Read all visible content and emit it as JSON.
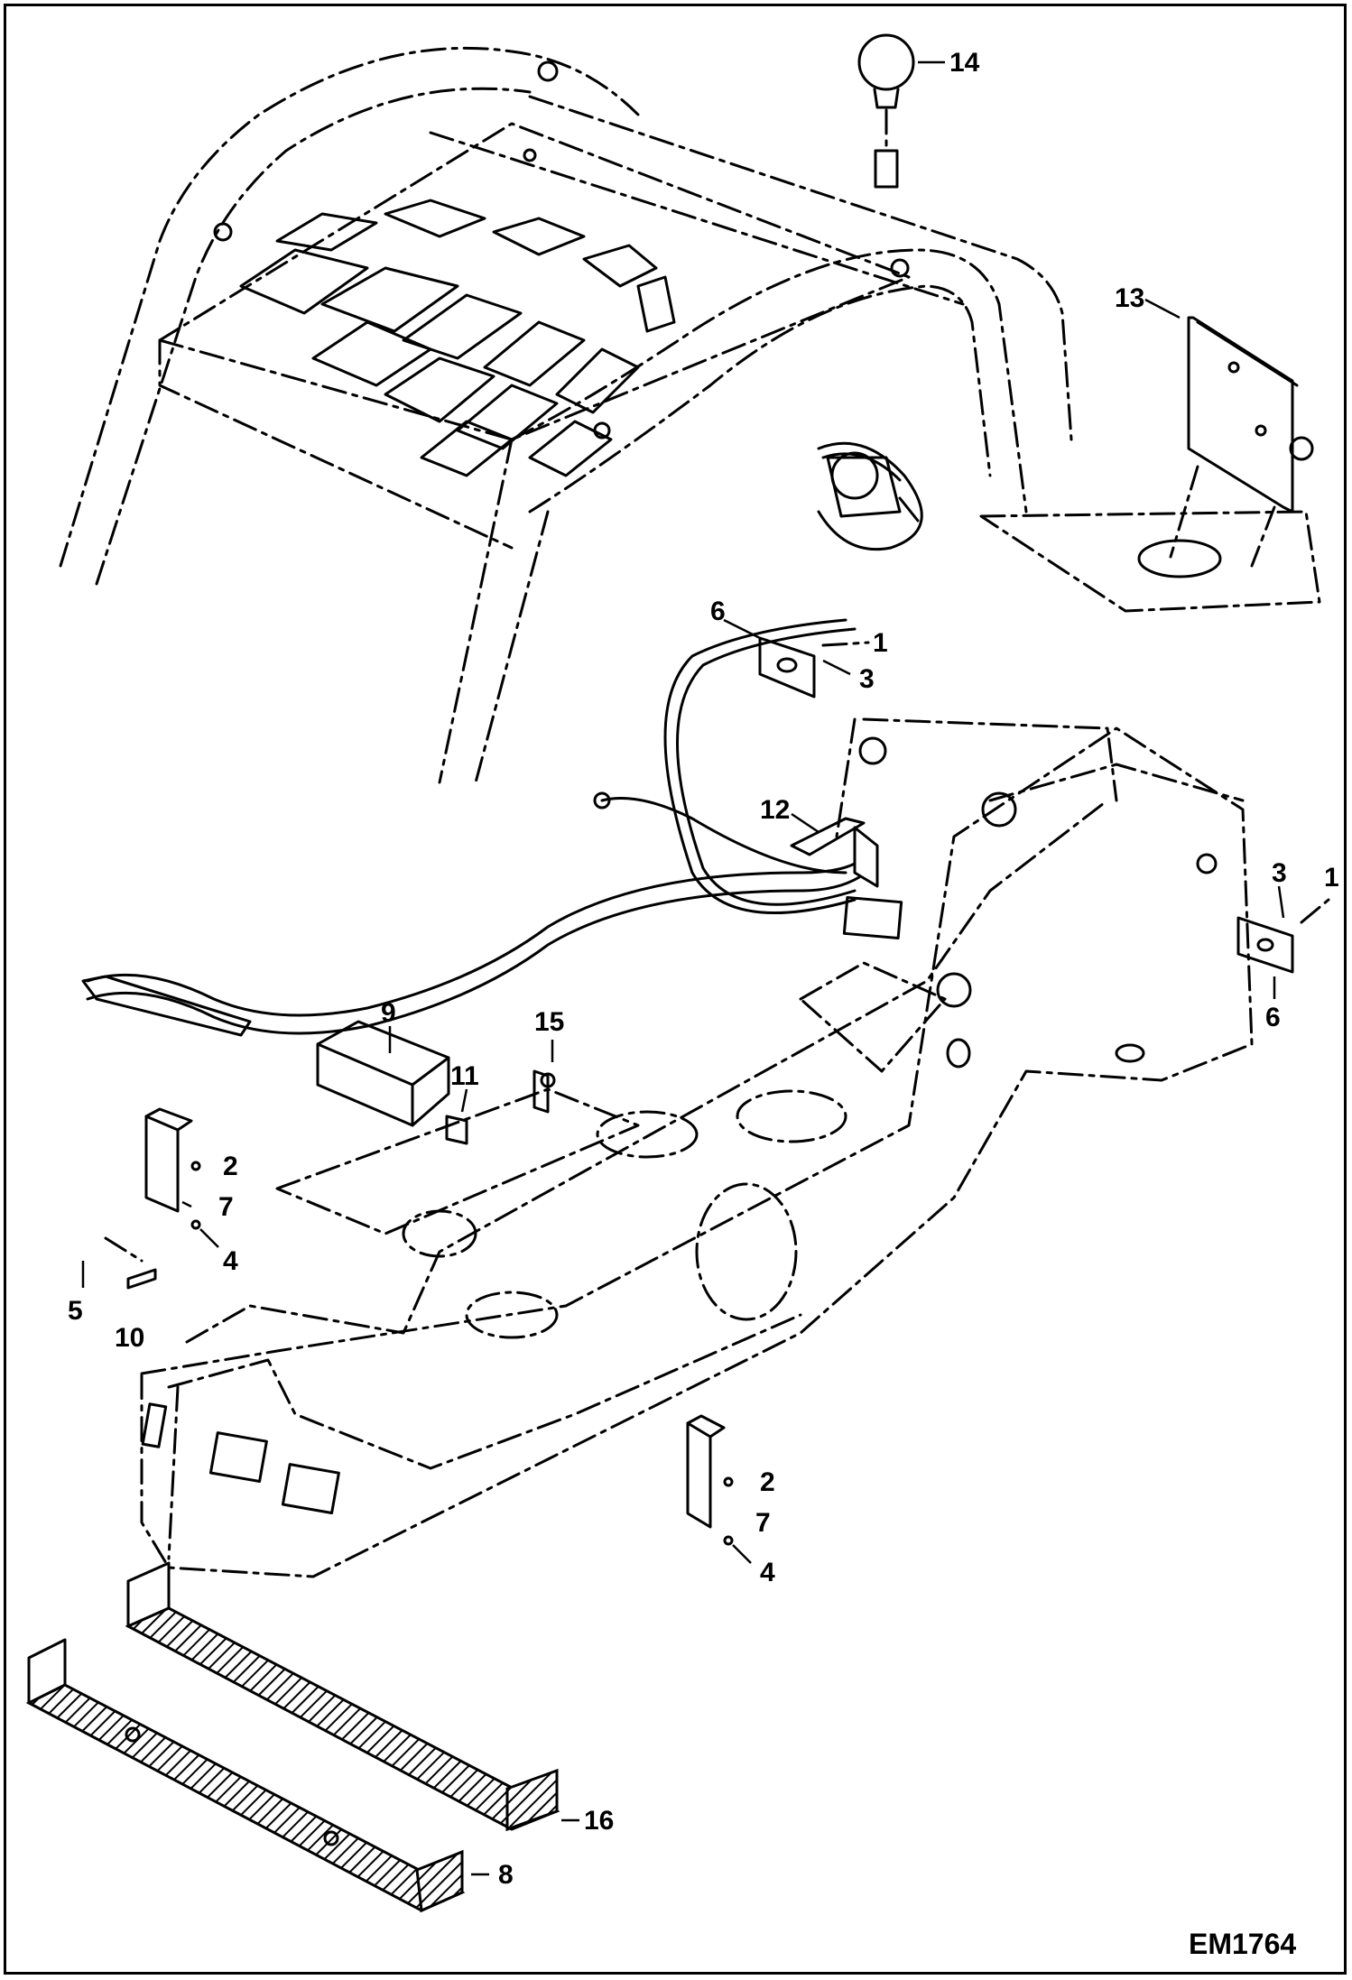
{
  "drawing_code": "EM1764",
  "callouts": [
    {
      "id": "c14",
      "text": "14"
    },
    {
      "id": "c13",
      "text": "13"
    },
    {
      "id": "c6a",
      "text": "6"
    },
    {
      "id": "c1a",
      "text": "1"
    },
    {
      "id": "c3a",
      "text": "3"
    },
    {
      "id": "c12",
      "text": "12"
    },
    {
      "id": "c3b",
      "text": "3"
    },
    {
      "id": "c1b",
      "text": "1"
    },
    {
      "id": "c6b",
      "text": "6"
    },
    {
      "id": "c9",
      "text": "9"
    },
    {
      "id": "c15",
      "text": "15"
    },
    {
      "id": "c11",
      "text": "11"
    },
    {
      "id": "c2a",
      "text": "2"
    },
    {
      "id": "c7a",
      "text": "7"
    },
    {
      "id": "c4a",
      "text": "4"
    },
    {
      "id": "c5",
      "text": "5"
    },
    {
      "id": "c10",
      "text": "10"
    },
    {
      "id": "c2b",
      "text": "2"
    },
    {
      "id": "c7b",
      "text": "7"
    },
    {
      "id": "c4b",
      "text": "4"
    },
    {
      "id": "c16",
      "text": "16"
    },
    {
      "id": "c8",
      "text": "8"
    }
  ]
}
